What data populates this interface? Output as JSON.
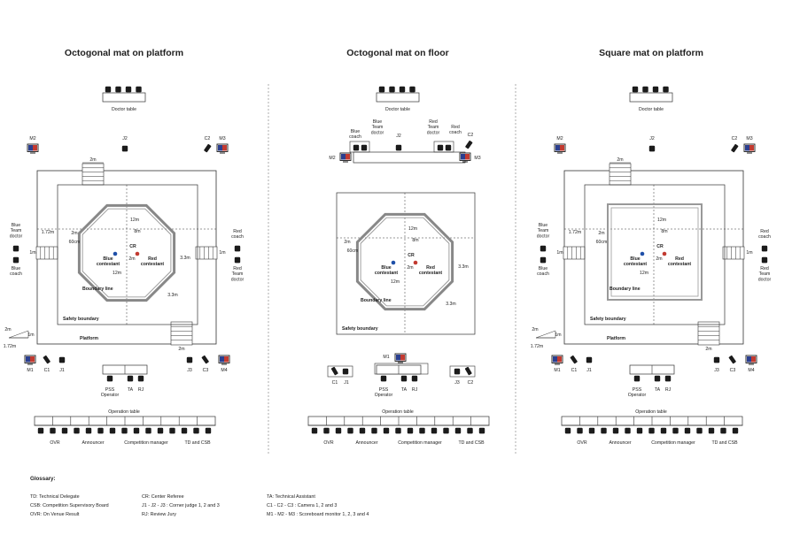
{
  "panels": [
    {
      "title": "Octogonal mat on platform",
      "doctor_table": "Doctor table",
      "blue_team_doctor": "Blue Team doctor",
      "blue_coach": "Blue coach",
      "red_coach": "Red coach",
      "red_team_doctor": "Red Team doctor",
      "m1": "M1",
      "m2": "M2",
      "m3": "M3",
      "c1": "C1",
      "c2": "C2",
      "c3": "C3",
      "j1": "J1",
      "j2": "J2",
      "j3": "J3",
      "cr": "CR",
      "blue_contestant": "Blue contestant",
      "red_contestant": "Red contestant",
      "boundary_line": "Boundary line",
      "safety_boundary": "Safety boundary",
      "platform": "Platform",
      "pss_operator": "PSS Operator",
      "ta": "TA",
      "rj": "RJ",
      "operation_table": "Operation table",
      "ovr": "OVR",
      "announcer": "Announcer",
      "competition_manager": "Competition manager",
      "td_csb": "TD and CSB",
      "dims": {
        "d2m": "2m",
        "d172": "1.72m",
        "d60": "60cm",
        "d12": "12m",
        "d8": "8m",
        "d1m": "1m",
        "d33": "3.3m",
        "d2m_small": "2m",
        "d1m_small": "1m",
        "d172b": "1.72m"
      }
    },
    {
      "title": "Octogonal mat on floor",
      "doctor_table": "Doctor table",
      "blue_coach": "Blue coach",
      "blue_team_doctor": "Blue Team doctor",
      "red_team_doctor": "Red Team doctor",
      "red_coach": "Red coach",
      "m1": "M1",
      "m2": "M2",
      "m3": "M3",
      "c1": "C1",
      "c2": "C2",
      "j1": "J1",
      "j2": "J2",
      "j3": "J3",
      "cr": "CR",
      "blue_contestant": "Blue contestant",
      "red_contestant": "Red contestant",
      "boundary_line": "Boundary line",
      "safety_boundary": "Safety boundary",
      "pss_operator": "PSS Operator",
      "ta": "TA",
      "rj": "RJ",
      "operation_table": "Operation table",
      "ovr": "OVR",
      "announcer": "Announcer",
      "competition_manager": "Competition manager",
      "td_csb": "TD and CSB",
      "dims": {
        "d2m": "2m",
        "d60": "60cm",
        "d12": "12m",
        "d8": "8m",
        "d33": "3.3m"
      }
    },
    {
      "title": "Square mat on platform",
      "doctor_table": "Doctor table",
      "blue_team_doctor": "Blue Team doctor",
      "blue_coach": "Blue coach",
      "red_coach": "Red coach",
      "red_team_doctor": "Red Team doctor",
      "m1": "M1",
      "m2": "M2",
      "m3": "M3",
      "c1": "C1",
      "c2": "C2",
      "c3": "C3",
      "j1": "J1",
      "j2": "J2",
      "j3": "J3",
      "cr": "CR",
      "blue_contestant": "Blue contestant",
      "red_contestant": "Red contestant",
      "boundary_line": "Boundary line",
      "safety_boundary": "Safety boundary",
      "platform": "Platform",
      "pss_operator": "PSS Operator",
      "ta": "TA",
      "rj": "RJ",
      "operation_table": "Operation table",
      "ovr": "OVR",
      "announcer": "Announcer",
      "competition_manager": "Competition manager",
      "td_csb": "TD and CSB",
      "dims": {
        "d2m": "2m",
        "d172": "1.72m",
        "d60": "60cm",
        "d12": "12m",
        "d8": "8m",
        "d1m": "1m",
        "d2m_small": "2m",
        "d1m_small": "1m",
        "d172b": "1.72m"
      }
    }
  ],
  "glossary": {
    "heading": "Glossary:",
    "col1": [
      "TD: Technical Delegate",
      "CSB: Competition Supervisory Board",
      "OVR: On Venue Result"
    ],
    "col2": [
      "CR: Center Referee",
      "J1 - J2 - J3 : Corner judge 1, 2 and 3",
      "RJ: Review Jury"
    ],
    "col3": [
      "TA: Technical Assistant",
      "C1 - C2 - C3 : Camera 1, 2 and 3",
      "M1 - M2 - M3 : Scoreboard monitor 1, 2, 3 and 4"
    ]
  },
  "colors": {
    "blue": "#1f4fa8",
    "red": "#c23a30",
    "monitor": "#2b3f8f"
  }
}
